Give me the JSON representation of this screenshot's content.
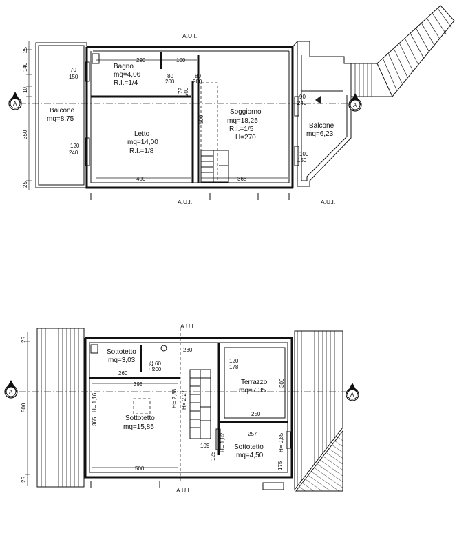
{
  "upper_plan": {
    "aui_top": "A.U.I.",
    "aui_bottom_1": "A.U.I.",
    "aui_bottom_2": "A.U.I.",
    "section_marker_left": "A",
    "section_marker_right": "A",
    "rooms": {
      "bagno": {
        "name": "Bagno",
        "area": "mq=4,06",
        "ri": "R.I.=1/4"
      },
      "letto": {
        "name": "Letto",
        "area": "mq=14,00",
        "ri": "R.I.=1/8"
      },
      "soggiorno": {
        "name": "Soggiorno",
        "area": "mq=18,25",
        "ri": "R.I.=1/5",
        "h": "H=270"
      },
      "balcone_left": {
        "name": "Balcone",
        "area": "mq=8,75"
      },
      "balcone_right": {
        "name": "Balcone",
        "area": "mq=6,23"
      }
    },
    "dims": {
      "d290": "290",
      "d100": "100",
      "d400": "400",
      "d365": "365",
      "d500": "500",
      "w70": "70",
      "w150": "150",
      "w120": "120",
      "w240": "240",
      "w80a": "80",
      "w200a": "200",
      "w80b": "80",
      "w200b": "200",
      "w72": "72",
      "w200c": "200",
      "w90": "90",
      "w240b": "240",
      "w100": "100",
      "w150b": "150",
      "v25a": "25",
      "v140": "140",
      "v10": "10",
      "v350": "350",
      "v25b": "25"
    }
  },
  "lower_plan": {
    "aui_top": "A.U.I.",
    "aui_bottom": "A.U.I.",
    "section_marker_left": "A",
    "section_marker_right": "A",
    "rooms": {
      "sottotetto_small": {
        "name": "Sottotetto",
        "area": "mq=3,03"
      },
      "sottotetto_main": {
        "name": "Sottotetto",
        "area": "mq=15,85"
      },
      "terrazzo": {
        "name": "Terrazzo",
        "area": "mq=7,35"
      },
      "sottotetto_right": {
        "name": "Sottotetto",
        "area": "mq=4,50"
      }
    },
    "dims": {
      "d230": "230",
      "d260": "260",
      "d395": "395",
      "d365": "365",
      "d500": "500",
      "d250": "250",
      "d257": "257",
      "d109": "109",
      "d128": "128",
      "d175": "175",
      "d300": "300",
      "w120": "120",
      "w178": "178",
      "w60": "60",
      "w200": "200",
      "h125": "125",
      "h116": "H= 1,16",
      "h238": "H= 2,38",
      "h227": "H= 2,27",
      "h182": "H= 1,82",
      "h085": "H= 0,85",
      "v25a": "25",
      "v500": "500",
      "v25b": "25"
    }
  }
}
